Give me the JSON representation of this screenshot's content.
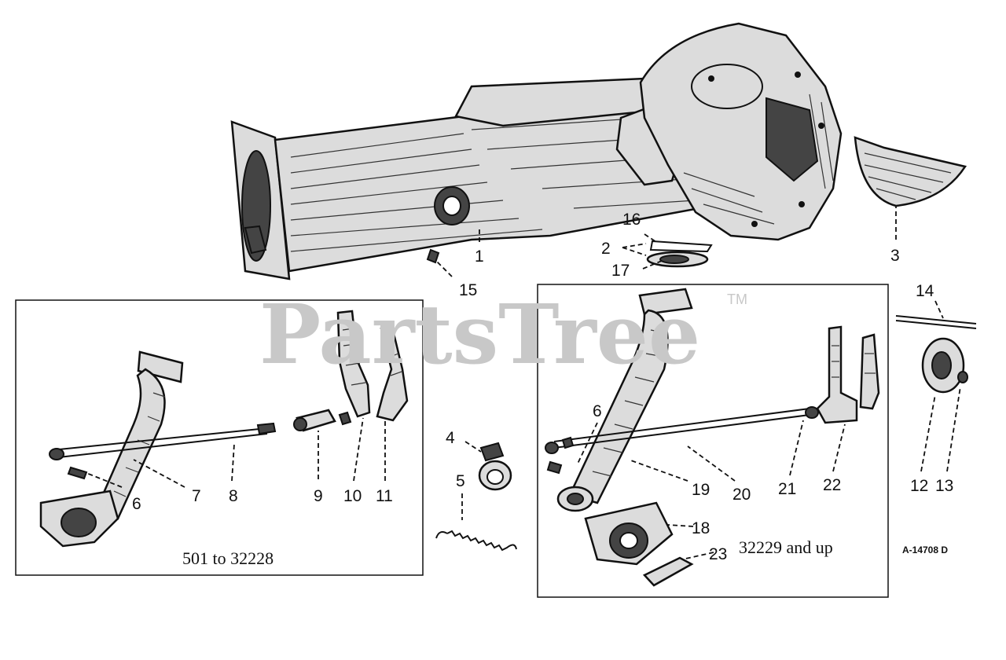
{
  "callouts": {
    "c1": "1",
    "c2": "2",
    "c3": "3",
    "c4": "4",
    "c5": "5",
    "c6a": "6",
    "c6b": "6",
    "c7": "7",
    "c8": "8",
    "c9": "9",
    "c10": "10",
    "c11": "11",
    "c12": "12",
    "c13": "13",
    "c14": "14",
    "c15": "15",
    "c16": "16",
    "c17": "17",
    "c18": "18",
    "c19": "19",
    "c20": "20",
    "c21": "21",
    "c22": "22",
    "c23": "23"
  },
  "left_box": {
    "range_label": "501 to 32228"
  },
  "right_box": {
    "range_label": "32229 and up"
  },
  "figure_number": "A-14708 D",
  "watermark": {
    "text": "PartsTree",
    "trademark": "TM"
  }
}
